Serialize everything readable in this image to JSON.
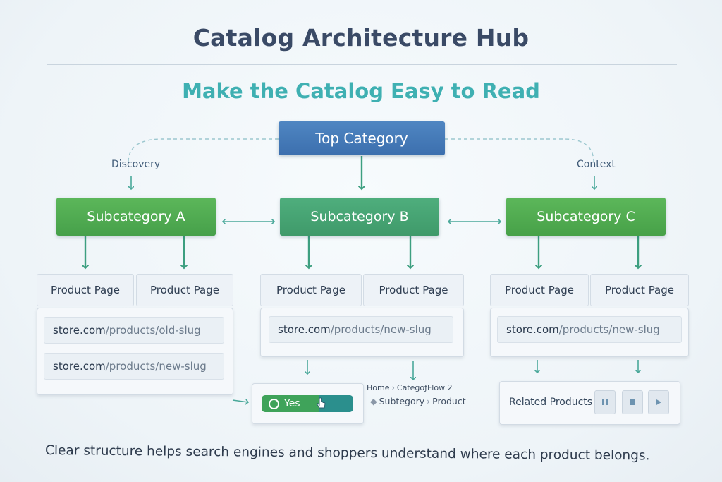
{
  "title": "Catalog Architecture Hub",
  "subtitle": "Make the Catalog Easy to Read",
  "top_category": "Top Category",
  "edge_labels": {
    "discovery": "Discovery",
    "context": "Context"
  },
  "subcategories": [
    {
      "label": "Subcategory A"
    },
    {
      "label": "Subcategory B"
    },
    {
      "label": "Subcategory C"
    }
  ],
  "product_page_label": "Product Page",
  "urls": {
    "a_old": {
      "domain": "store.com",
      "path": "/products/old-slug"
    },
    "a_new": {
      "domain": "store.com",
      "path": "/products/new-slug"
    },
    "b_new": {
      "domain": "store.com",
      "path": "/products/new-slug"
    },
    "c_new": {
      "domain": "store.com",
      "path": "/products/new-slug"
    }
  },
  "toggle": {
    "label": "Yes"
  },
  "breadcrumb": {
    "line1": [
      "Home",
      "CategoƒFlow 2"
    ],
    "line2": [
      "Subtegory",
      "Product"
    ]
  },
  "related": {
    "label": "Related Products"
  },
  "footer": "Clear structure helps search engines and shoppers understand where each product belongs.",
  "colors": {
    "top_node": "#4479b8",
    "subcategory_green": "#52ad52",
    "subcategory_teal": "#47a474",
    "subtitle": "#3fb0b2",
    "arrow": "#3d9f80"
  },
  "icons": {
    "toggle_knob": "circle-icon",
    "toggle_cursor": "hand-cursor-icon",
    "media": [
      "pause-icon",
      "stop-icon",
      "play-icon"
    ]
  }
}
